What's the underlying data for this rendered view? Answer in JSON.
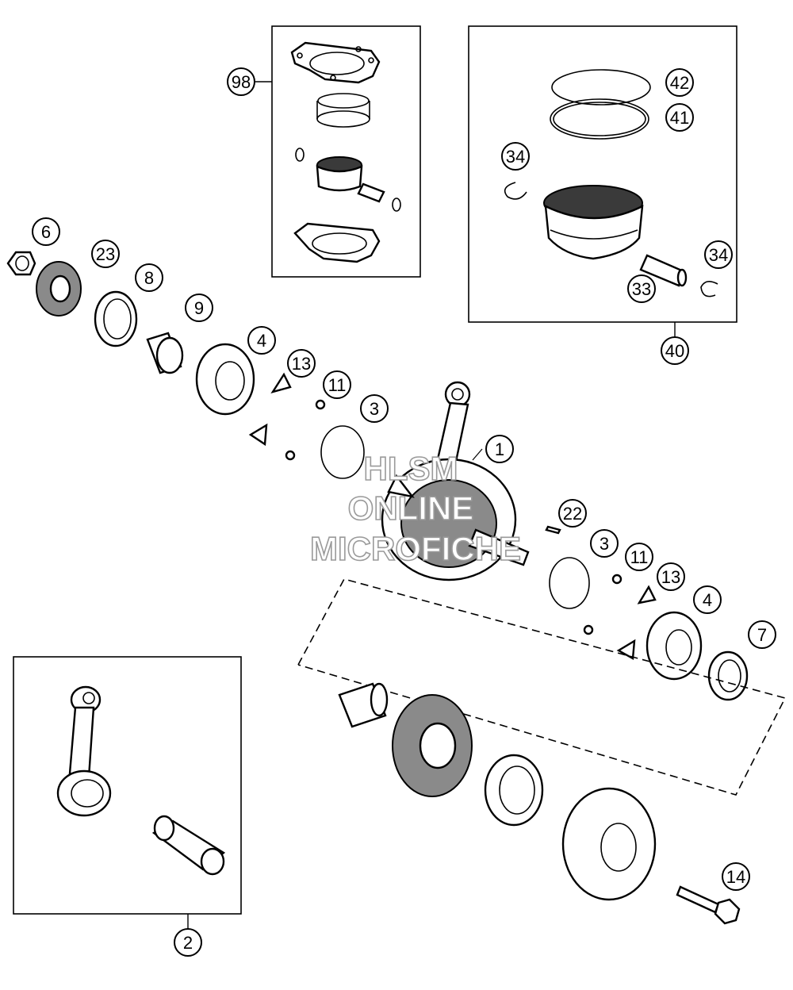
{
  "diagram": {
    "watermark": [
      "HLSM",
      "ONLINE",
      "MICROFICHE"
    ],
    "callouts": [
      {
        "id": "c98",
        "label": "98"
      },
      {
        "id": "c42",
        "label": "42"
      },
      {
        "id": "c41",
        "label": "41"
      },
      {
        "id": "c34a",
        "label": "34"
      },
      {
        "id": "c34b",
        "label": "34"
      },
      {
        "id": "c33",
        "label": "33"
      },
      {
        "id": "c40",
        "label": "40"
      },
      {
        "id": "c6",
        "label": "6"
      },
      {
        "id": "c23",
        "label": "23"
      },
      {
        "id": "c8",
        "label": "8"
      },
      {
        "id": "c9",
        "label": "9"
      },
      {
        "id": "c4a",
        "label": "4"
      },
      {
        "id": "c13a",
        "label": "13"
      },
      {
        "id": "c11a",
        "label": "11"
      },
      {
        "id": "c3a",
        "label": "3"
      },
      {
        "id": "c1",
        "label": "1"
      },
      {
        "id": "c22",
        "label": "22"
      },
      {
        "id": "c3b",
        "label": "3"
      },
      {
        "id": "c11b",
        "label": "11"
      },
      {
        "id": "c13b",
        "label": "13"
      },
      {
        "id": "c4b",
        "label": "4"
      },
      {
        "id": "c7",
        "label": "7"
      },
      {
        "id": "c14",
        "label": "14"
      },
      {
        "id": "c2",
        "label": "2"
      }
    ]
  }
}
